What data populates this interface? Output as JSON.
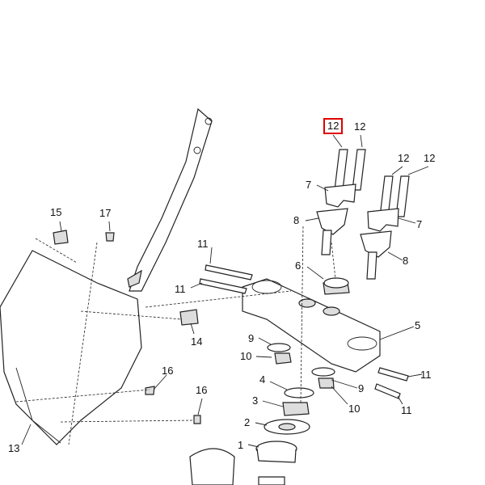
{
  "diagram": {
    "highlight_color": "#e00000",
    "callouts": {
      "c12a": "12",
      "c12b": "12",
      "c12c": "12",
      "c12d": "12",
      "c7a": "7",
      "c7b": "7",
      "c8a": "8",
      "c8b": "8",
      "c6": "6",
      "c5": "5",
      "c11a": "11",
      "c11b": "11",
      "c11c": "11",
      "c11d": "11",
      "c9a": "9",
      "c9b": "9",
      "c10a": "10",
      "c10b": "10",
      "c4": "4",
      "c3": "3",
      "c2": "2",
      "c1": "1",
      "c14": "14",
      "c15": "15",
      "c17": "17",
      "c16a": "16",
      "c16b": "16",
      "c13": "13"
    }
  }
}
